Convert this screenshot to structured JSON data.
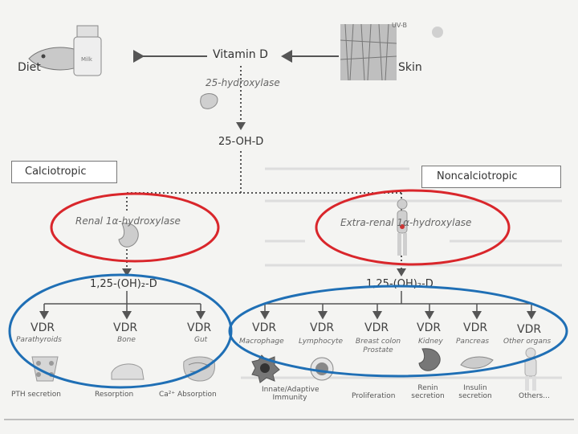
{
  "top": {
    "diet": "Diet",
    "milk": "Milk",
    "vitamin_d": "Vitamin D",
    "hydroxylase25": "25-hydroxylase",
    "skin": "Skin",
    "uvb": "UV-B",
    "ohd25": "25-OH-D"
  },
  "calciotropic": {
    "header": "Calciotropic",
    "enzyme": "Renal 1α-hydroxylase",
    "product": "1,25-(OH)₂-D",
    "vdr": [
      {
        "label": "VDR",
        "organ": "Parathyroids",
        "effect": "PTH secretion"
      },
      {
        "label": "VDR",
        "organ": "Bone",
        "effect": "Resorption"
      },
      {
        "label": "VDR",
        "organ": "Gut",
        "effect": "Ca²⁺ Absorption"
      }
    ]
  },
  "noncalciotropic": {
    "header": "Noncalciotropic",
    "enzyme": "Extra-renal 1α-hydroxylase",
    "product": "1,25-(OH)₂-D",
    "vdr": [
      {
        "label": "VDR",
        "organ": "Macrophage"
      },
      {
        "label": "VDR",
        "organ": "Lymphocyte"
      },
      {
        "label": "VDR",
        "organ": "Breast colon Prostate"
      },
      {
        "label": "VDR",
        "organ": "Kidney"
      },
      {
        "label": "VDR",
        "organ": "Pancreas"
      },
      {
        "label": "VDR",
        "organ": "Other organs"
      }
    ],
    "effects": {
      "immunity_1": "Innate/Adaptive",
      "immunity_2": "Immunity",
      "proliferation": "Proliferation",
      "renin_1": "Renin",
      "renin_2": "secretion",
      "insulin_1": "Insulin",
      "insulin_2": "secretion",
      "others": "Others..."
    }
  },
  "colors": {
    "red": "#d9262b",
    "blue": "#1f6fb5",
    "line": "#555555"
  }
}
